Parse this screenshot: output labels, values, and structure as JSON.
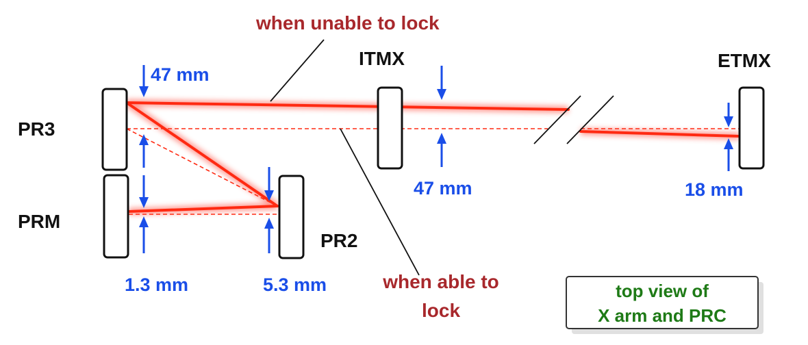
{
  "title_top": "when unable to lock",
  "title_bottom": [
    "when able to",
    "lock"
  ],
  "mirrors": {
    "pr3": "PR3",
    "prm": "PRM",
    "pr2": "PR2",
    "itmx": "ITMX",
    "etmx": "ETMX"
  },
  "offsets": {
    "pr3_top": "47 mm",
    "itmx": "47 mm",
    "etmx": "18 mm",
    "prm": "1.3 mm",
    "pr2": "5.3 mm"
  },
  "note": [
    "top view of",
    "X arm and PRC"
  ],
  "colors": {
    "beam": "#ff2a12",
    "dimension": "#1a4ee8",
    "annotation": "#a8282c",
    "note_text": "#1e7a16"
  }
}
